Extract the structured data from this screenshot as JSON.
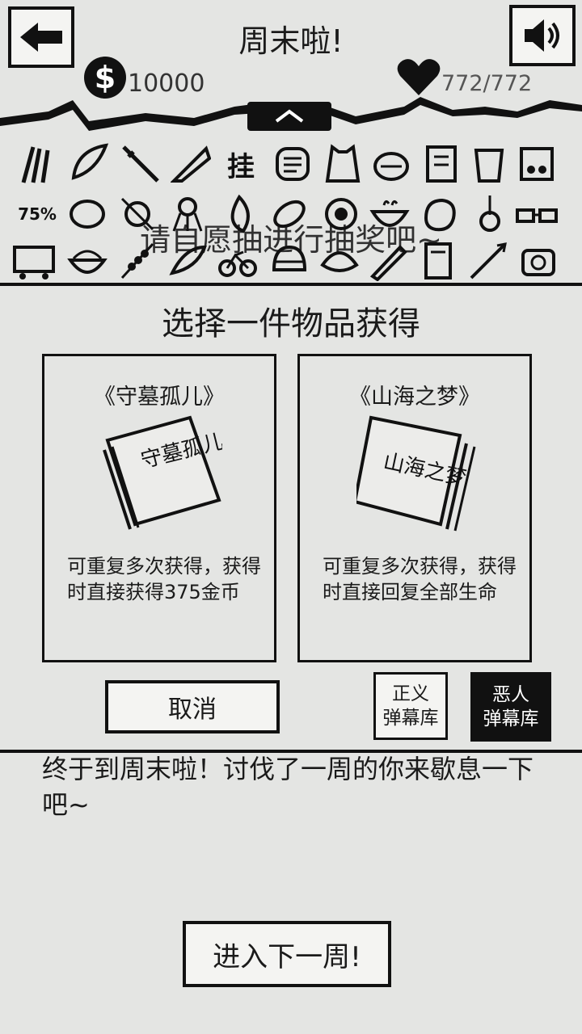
{
  "header": {
    "title": "周末啦!",
    "coins": "10000",
    "hp": "772/772"
  },
  "shelf": {
    "prompt": "请自愿抽进行抽奖吧~",
    "icons": [
      "挂",
      "75%"
    ]
  },
  "choose": {
    "title": "选择一件物品获得",
    "cards": [
      {
        "title": "《守墓孤儿》",
        "art_text": "守墓孤儿",
        "desc": "可重复多次获得，获得时直接获得375金币"
      },
      {
        "title": "《山海之梦》",
        "art_text": "山海之梦",
        "desc": "可重复多次获得，获得时直接回复全部生命"
      }
    ]
  },
  "buttons": {
    "cancel": "取消",
    "justice_line1": "正义",
    "justice_line2": "弹幕库",
    "evil_line1": "恶人",
    "evil_line2": "弹幕库",
    "next": "进入下一周!"
  },
  "dialogue": "终于到周末啦！讨伐了一周的你来歇息一下吧~"
}
